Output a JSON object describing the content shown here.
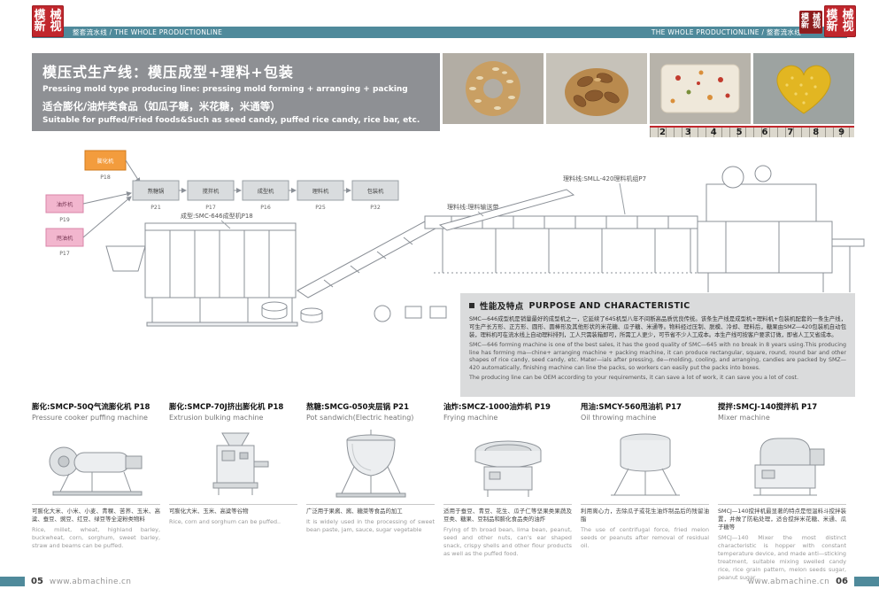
{
  "header": {
    "stamp_chars": [
      "模",
      "械",
      "新",
      "视"
    ],
    "bar_left": "整套流水线 / THE WHOLE PRODUCTIONLINE",
    "bar_right": "THE WHOLE PRODUCTIONLINE / 整套流水线"
  },
  "title_block": {
    "title": "模压式生产线：模压成型+理料+包装",
    "line2": "Pressing mold type producing line: pressing mold forming + arranging + packing",
    "line3": "适合膨化/油炸类食品（如瓜子糖，米花糖，米通等）",
    "line4": "Suitable for puffed/Fried foods&Such as seed candy, puffed rice candy, rice bar, etc."
  },
  "ruler": {
    "numbers": [
      "2",
      "3",
      "4",
      "5",
      "6",
      "7",
      "8",
      "9"
    ]
  },
  "diagram": {
    "label_forming": "成型:SMC-646成型机P18",
    "label_arranging_line": "理料线:SMLL-420理料机组P7",
    "label_conveyor": "理料线:理料输送带",
    "flow": {
      "orange": {
        "label": "膨化机",
        "page": "P18"
      },
      "pink1": {
        "label": "油炸机",
        "page": "P19"
      },
      "pink2": {
        "label": "甩油机",
        "page": "P17"
      },
      "row": [
        {
          "label": "熬糖锅",
          "page": "P21"
        },
        {
          "label": "搅拌机",
          "page": "P17"
        },
        {
          "label": "成型机",
          "page": "P16"
        },
        {
          "label": "理料机",
          "page": "P25"
        },
        {
          "label": "包装机",
          "page": "P32"
        }
      ]
    }
  },
  "purpose": {
    "title_cn": "性能及特点",
    "title_en": "PURPOSE AND CHARACTERISTIC",
    "text_cn": "SMC—646成型机是销量最好的成型机之一，它延续了645机型八年不间断高品质优良传统。该条生产线是成型机+理料机+包装机配套的一条生产线，可生产长方形、正方形、圆形、圆棒形及其他形状的米花糖、瓜子糖、米通等。物料经过压制、脱模、冷却、理料后，糖果由SMZ—420包装机自动包装，理料机可在流水线上自动理料排列，工人只需装箱即可，所需工人更少，可节省不少人工成本。本生产线可按客户要求订做，即省人工又省成本。",
    "text_en1": "SMC—646 forming machine is one of the best sales, it has the good quality of SMC—645 with no break in 8 years using.This producing line has forming ma—chine+ arranging machine + packing machine, it can produce rectangular, square, round, round bar and other shapes of rice candy, seed candy, etc. Mater—ials after pressing, de—molding, cooling, and arranging,  candies are packed by SMZ—420 automatically, finishing machine can line the packs, so workers can easily put the packs into boxes.",
    "text_en2": "The producing line can be OEM according to your requirements, it can save a lot of work, it can save you a lot of cost."
  },
  "products": [
    {
      "title": "膨化:SMCP-50Q气流膨化机 P18",
      "sub": "Pressure cooker puffing machine",
      "cn": "可膨化大米、小米、小麦、青稞、苦荞、玉米、高粱、蚕豆、豌豆、红豆、绿豆等全淀粉类物料",
      "en": "Rice, millet, wheat, highland barley, buckwheat, corn, sorghum, sweet barley, straw and beams can be puffed."
    },
    {
      "title": "膨化:SMCP-70J挤出膨化机 P18",
      "sub": "Extrusion bulking machine",
      "cn": "可膨化大米、玉米、高粱等谷物",
      "en": "Rice, corn and sorghum can be puffed.."
    },
    {
      "title": "熬糖:SMCG-050夹层锅 P21",
      "sub": "Pot sandwich(Electric heating)",
      "cn": "广泛用于果酱、酱、糖菜等食品的加工",
      "en": "It is widely used in the processing of sweet bean paste, jam, sauce, sugar vegetable"
    },
    {
      "title": "油炸:SMCZ-1000油炸机 P19",
      "sub": "Frying machine",
      "cn": "适用于蚕豆、青豆、花生、瓜子仁等坚果类果蔬及豆类、糖果、豆制品和膨化食品类的油炸",
      "en": "Frying of th broad bean, lima bean, peanut, seed and other nuts, can's ear shaped snack, crispy shells and other flour products as well as the puffed food."
    },
    {
      "title": "甩油:SMCY-560甩油机 P17",
      "sub": "Oil throwing machine",
      "cn": "利用离心力，去除瓜子或花生油炸制品后的残留油脂",
      "en": "The use of centrifugal force, fried melon seeds or peanuts after removal of residual oil."
    },
    {
      "title": "搅拌:SMCJ-140搅拌机 P17",
      "sub": "Mixer machine",
      "cn": "SMCJ—140搅拌机最显著的特点是恒温料斗搅拌装置，并做了防粘处理，适合搅拌米花糖、米通、瓜子糖等",
      "en": "SMCJ—140 Mixer the most distinct characteristic is hopper with constant temperature device, and made anti—sticking treatment, suitable mixing swelled candy rice, rice grain pattern, melon seeds sugar, peanut sugar..."
    }
  ],
  "footer": {
    "page_left": "05",
    "url_left": "www.abmachine.cn",
    "url_right": "www.abmachine.cn",
    "page_right": "06"
  }
}
